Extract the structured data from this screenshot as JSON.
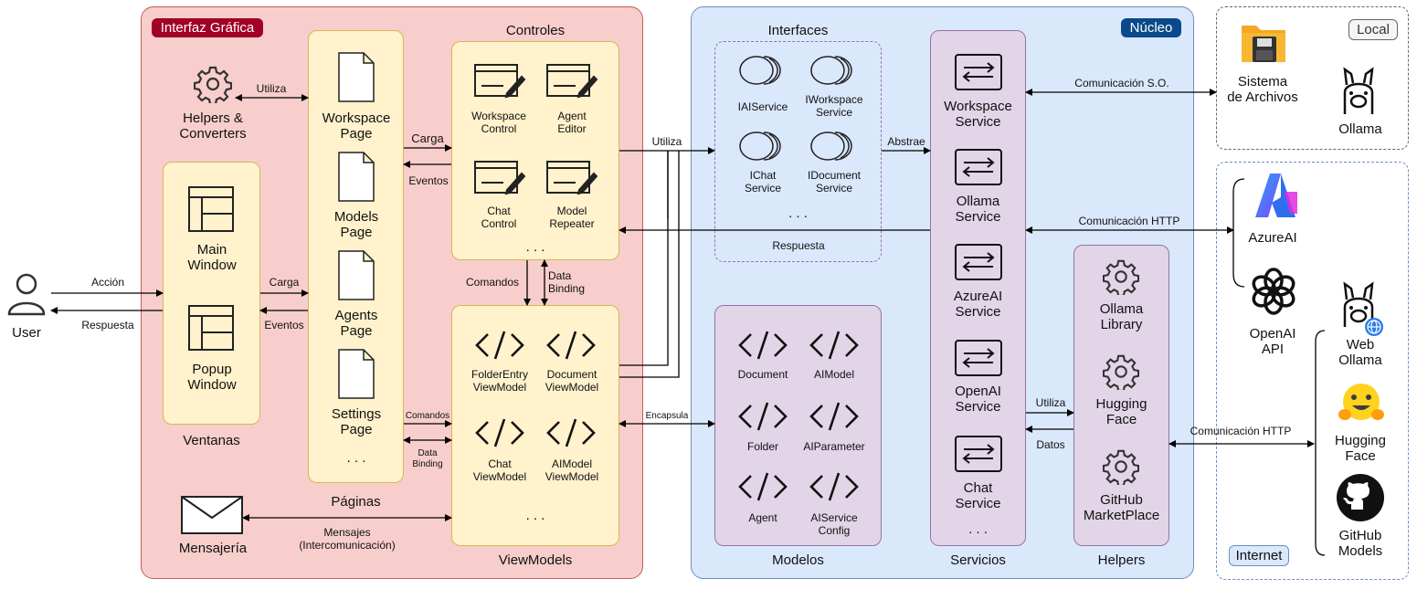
{
  "colors": {
    "gui_bg": "#f8cecc",
    "gui_border": "#c85a5a",
    "gui_tag": "#a20025",
    "core_bg": "#dae8fc",
    "core_border": "#6c8ebf",
    "core_tag": "#0a4a8a",
    "inner_yellow": "#fff2cc",
    "inner_yellow_border": "#d6b656",
    "inner_purple": "#e1d5e7",
    "inner_purple_border": "#9673a6"
  },
  "gui": {
    "tag": "Interfaz Gráfica"
  },
  "core": {
    "tag": "Núcleo"
  },
  "local": {
    "tag": "Local",
    "filesystem": "Sistema\nde Archivos",
    "ollama": "Ollama"
  },
  "internet": {
    "tag": "Internet",
    "azure": "AzureAI",
    "openai": "OpenAI\nAPI",
    "web_ollama": "Web\nOllama",
    "hugging": "Hugging\nFace",
    "github": "GitHub\nModels"
  },
  "user": {
    "label": "User",
    "accion": "Acción",
    "respuesta": "Respuesta"
  },
  "helpers_gui": {
    "label": "Helpers &\nConverters",
    "utiliza": "Utiliza"
  },
  "ventanas": {
    "title": "Ventanas",
    "main": "Main\nWindow",
    "popup": "Popup\nWindow",
    "carga": "Carga",
    "eventos": "Eventos"
  },
  "paginas": {
    "title": "Páginas",
    "items": [
      "Workspace\nPage",
      "Models\nPage",
      "Agents\nPage",
      "Settings\nPage"
    ],
    "more": ". . .",
    "carga": "Carga",
    "eventos": "Eventos",
    "comandos": "Comandos",
    "binding": "Data\nBinding"
  },
  "controles": {
    "title": "Controles",
    "items": [
      "Workspace\nControl",
      "Agent\nEditor",
      "Chat\nControl",
      "Model\nRepeater"
    ],
    "more": ". . .",
    "comandos": "Comandos",
    "binding": "Data\nBinding"
  },
  "viewmodels": {
    "title": "ViewModels",
    "items": [
      "FolderEntry\nViewModel",
      "Document\nViewModel",
      "Chat\nViewModel",
      "AIModel\nViewModel"
    ],
    "more": ". . ."
  },
  "mensajeria": {
    "label": "Mensajería",
    "mensajes": "Mensajes\n(Intercomunicación)"
  },
  "interfaces": {
    "title": "Interfaces",
    "items": [
      "IAIService",
      "IWorkspace\nService",
      "IChat\nService",
      "IDocument\nService"
    ],
    "more": ". . .",
    "respuesta": "Respuesta"
  },
  "modelos": {
    "title": "Modelos",
    "items": [
      "Document",
      "AIModel",
      "Folder",
      "AIParameter",
      "Agent",
      "AIService\nConfig"
    ]
  },
  "servicios": {
    "title": "Servicios",
    "items": [
      "Workspace\nService",
      "Ollama\nService",
      "AzureAI\nService",
      "OpenAI\nService",
      "Chat\nService"
    ],
    "more": ". . ."
  },
  "helpers_core": {
    "title": "Helpers",
    "items": [
      "Ollama\nLibrary",
      "Hugging\nFace",
      "GitHub\nMarketPlace"
    ]
  },
  "arrows": {
    "utiliza": "Utiliza",
    "abstrae": "Abstrae",
    "encapsula": "Encapsula",
    "com_so": "Comunicación S.O.",
    "com_http1": "Comunicación HTTP",
    "com_http2": "Comunicación HTTP",
    "utiliza2": "Utiliza",
    "datos": "Datos"
  }
}
